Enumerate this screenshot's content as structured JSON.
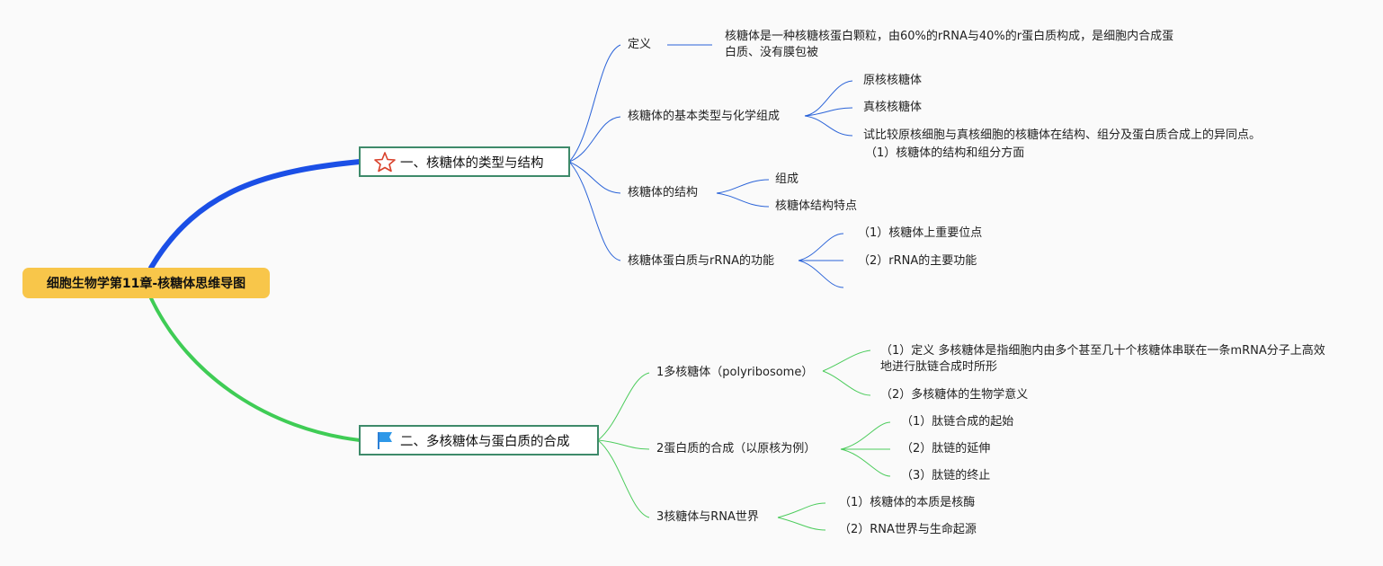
{
  "root": {
    "label": "细胞生物学第11章-核糖体思维导图"
  },
  "branch1": {
    "label": "一、核糖体的类型与结构",
    "icon": "star-icon",
    "color": "#1b4fe6",
    "definition": {
      "label": "定义",
      "text": "核糖体是一种核糖核蛋白颗粒，由60%的rRNA与40%的r蛋白质构成，是细胞内合成蛋白质、没有膜包被"
    },
    "types": {
      "label": "核糖体的基本类型与化学组成",
      "children": [
        "原核核糖体",
        "真核核糖体",
        "试比较原核细胞与真核细胞的核糖体在结构、组分及蛋白质合成上的异同点。"
      ],
      "note": "（1）核糖体的结构和组分方面"
    },
    "structure": {
      "label": "核糖体的结构",
      "children": [
        "组成",
        "核糖体结构特点"
      ]
    },
    "function": {
      "label": "核糖体蛋白质与rRNA的功能",
      "children": [
        "（1）核糖体上重要位点",
        "（2）rRNA的主要功能",
        ""
      ]
    }
  },
  "branch2": {
    "label": "二、多核糖体与蛋白质的合成",
    "icon": "flag-icon",
    "color": "#3fcc55",
    "polysome": {
      "label": "1多核糖体（polyribosome）",
      "children": [
        "（1）定义 多核糖体是指细胞内由多个甚至几十个核糖体串联在一条mRNA分子上高效地进行肽链合成时所形",
        "（2）多核糖体的生物学意义"
      ]
    },
    "synthesis": {
      "label": "2蛋白质的合成（以原核为例）",
      "children": [
        "（1）肽链合成的起始",
        "（2）肽链的延伸",
        "（3）肽链的终止"
      ]
    },
    "rnaworld": {
      "label": "3核糖体与RNA世界",
      "children": [
        "（1）核糖体的本质是核酶",
        "（2）RNA世界与生命起源"
      ]
    }
  }
}
